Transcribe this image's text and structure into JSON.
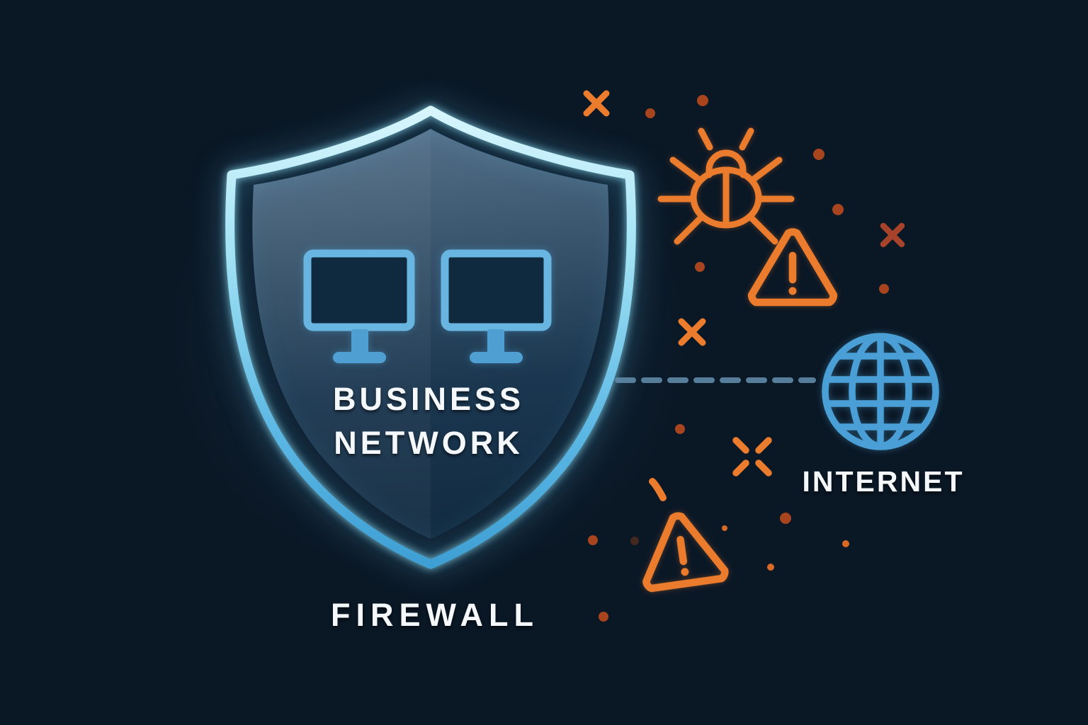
{
  "colors": {
    "background": "#0a1725",
    "shield_border_light": "#cdf1fb",
    "shield_border_dark": "#3fa3d8",
    "shield_fill_top": "#53718c",
    "shield_fill_bottom": "#10283e",
    "monitor_blue": "#68b5e2",
    "monitor_solid": "#4f9fd2",
    "screen_dark": "#0f2a3f",
    "globe_blue": "#4aa0d6",
    "dash_blue": "#5f89a6",
    "orange": "#ec7c2d",
    "dark_red": "#a6432a",
    "rust": "#a8451f",
    "dot_bright": "#d96a25",
    "dot_dark": "#45281f",
    "text": "#f5f8fa"
  },
  "labels": {
    "shield_line1": "BUSINESS",
    "shield_line2": "NETWORK",
    "shield_caption": "FIREWALL",
    "internet": "INTERNET"
  },
  "icons": {
    "shield": "shield-icon",
    "monitor_left": "monitor-icon",
    "monitor_right": "monitor-icon",
    "globe": "globe-icon",
    "bug": "bug-icon",
    "warning_upper": "warning-triangle-icon",
    "warning_lower": "warning-triangle-icon",
    "x_marks": "x-mark-icon",
    "threat_dots": "threat-dot",
    "connection": "dashed-connection-line"
  }
}
